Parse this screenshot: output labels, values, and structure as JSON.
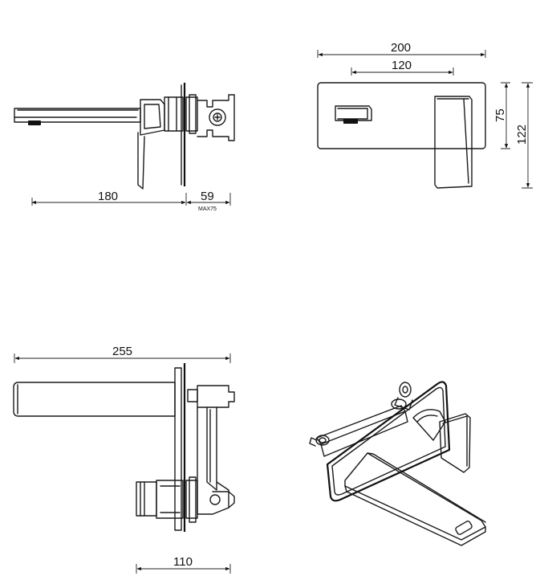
{
  "dimensions": {
    "side_view_reach": "180",
    "side_view_depth": "59",
    "side_view_depth_max": "MAX75",
    "front_plate_width": "200",
    "front_center_distance": "120",
    "front_plate_height": "75",
    "front_total_height": "122",
    "top_view_length": "255",
    "top_view_lever_offset": "110"
  }
}
